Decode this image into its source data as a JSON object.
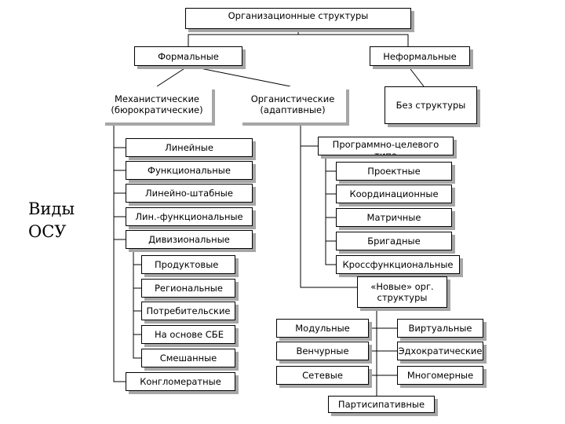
{
  "title": "Организационные структуры",
  "side_label": "Виды\nОСУ",
  "level1": {
    "formal": "Формальные",
    "informal": "Неформальные"
  },
  "level2": {
    "mechanistic": "Механистические\n(бюрократические)",
    "organic": "Органистические\n(адаптивные)",
    "no_structure": "Без структуры"
  },
  "mechanistic_types": {
    "linear": "Линейные",
    "functional": "Функциональные",
    "line_staff": "Линейно-штабные",
    "line_functional": "Лин.-функциональные",
    "divisional": "Дивизиональные"
  },
  "divisional_types": {
    "product": "Продуктовые",
    "regional": "Региональные",
    "consumer": "Потребительские",
    "sbu": "На основе СБЕ",
    "mixed": "Смешанные",
    "conglomerate": "Конгломератные"
  },
  "organic_types": {
    "program_target": "Программно-целевого\nтипа",
    "project": "Проектные",
    "coordination": "Координационные",
    "matrix": "Матричные",
    "brigade": "Бригадные",
    "cross_functional": "Кроссфункциональные",
    "new_structures": "«Новые» орг.\nструктуры"
  },
  "new_types": {
    "modular": "Модульные",
    "virtual": "Виртуальные",
    "venture": "Венчурные",
    "adhocratic": "Эдхократические",
    "network": "Сетевые",
    "multidimensional": "Многомерные",
    "participative": "Партисипативные"
  }
}
